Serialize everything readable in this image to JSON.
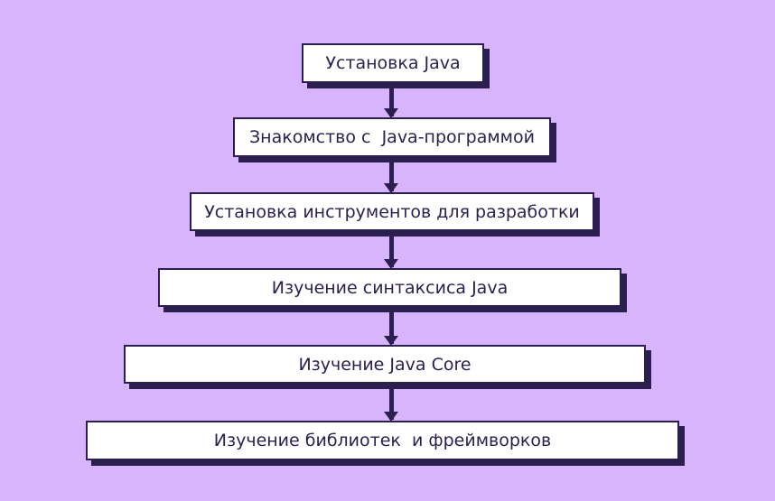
{
  "steps": [
    {
      "label": "Установка Java"
    },
    {
      "label": "Знакомство с  Java-программой"
    },
    {
      "label": "Установка инструментов для разработки"
    },
    {
      "label": "Изучение синтаксиса Java"
    },
    {
      "label": "Изучение Java Core"
    },
    {
      "label": "Изучение библиотек  и фреймворков"
    }
  ],
  "colors": {
    "background": "#d8b4fc",
    "box": "#ffffff",
    "stroke": "#2a1f4f"
  }
}
